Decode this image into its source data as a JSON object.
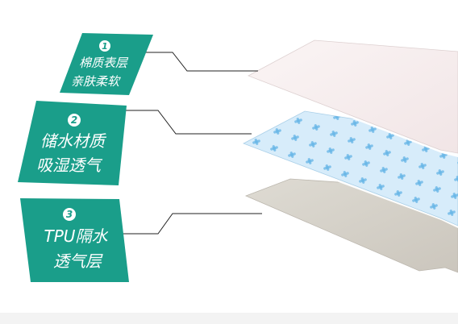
{
  "layers": [
    {
      "number": "1",
      "line1": "棉质表层",
      "line2": "亲肤柔软"
    },
    {
      "number": "2",
      "line1": "储水材质",
      "line2": "吸湿透气"
    },
    {
      "number": "3",
      "line1": "TPU隔水",
      "line2": "透气层"
    }
  ],
  "colors": {
    "badge": "#1a9e8a",
    "top_layer": "#f7eeee",
    "mid_layer": "#d7ecfa",
    "mid_dots": "#64b4e6",
    "bottom_layer": "#d4d0c8",
    "leader_line": "#222222"
  }
}
